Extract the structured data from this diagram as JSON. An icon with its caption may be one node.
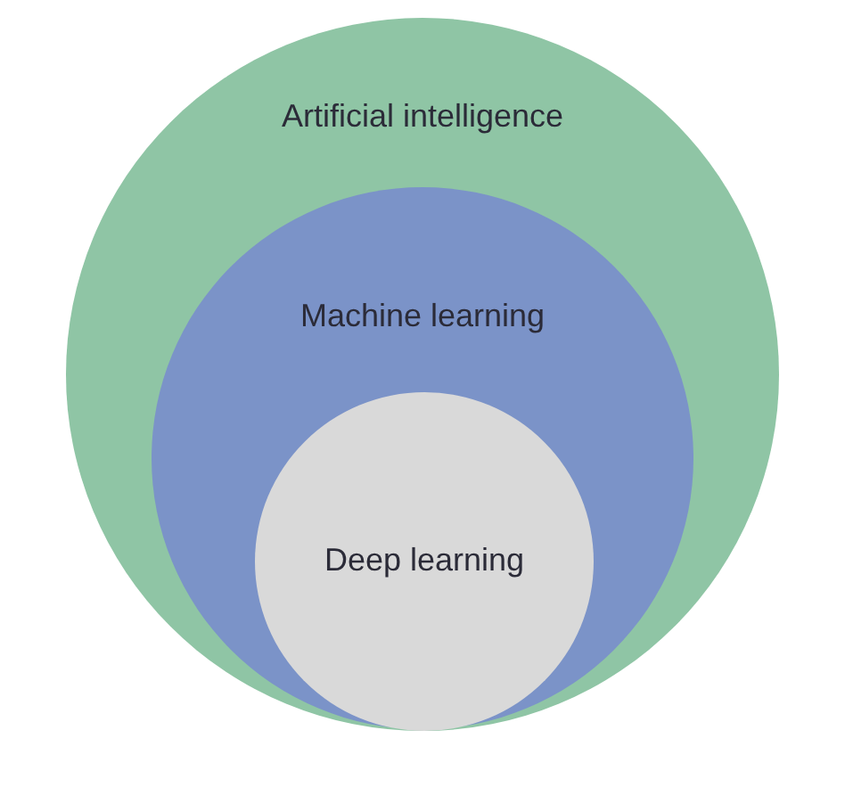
{
  "diagram": {
    "nodes": [
      {
        "text": [
          "Artificial intelligence"
        ]
      },
      {
        "text": [
          "Machine learning"
        ],
        "in": 0
      },
      {
        "text": [
          "Deep learning"
        ],
        "in": 1
      }
    ]
  }
}
